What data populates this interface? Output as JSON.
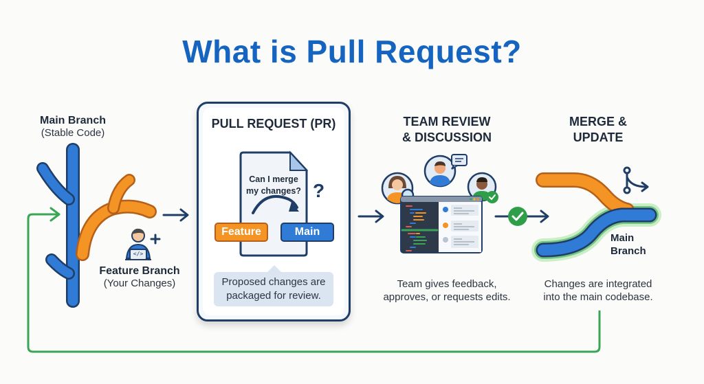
{
  "title": "What is Pull Request?",
  "colors": {
    "title_blue": "#1565c0",
    "main_branch_blue": "#2f7bd6",
    "feature_orange": "#f39425",
    "navy": "#1f3d66",
    "green": "#3aa655"
  },
  "step1": {
    "main_label": "Main Branch",
    "main_sub": "(Stable Code)",
    "feature_label": "Feature Branch",
    "feature_sub": "(Your Changes)",
    "developer_icon": "developer-laptop-icon",
    "code_glyph": "</>",
    "plus_glyph": "+"
  },
  "step2": {
    "heading": "PULL REQUEST (PR)",
    "question": "Can I merge my changes?",
    "question_line1": "Can I merge",
    "question_line2": "my changes?",
    "question_mark": "?",
    "feature_pill": "Feature",
    "main_pill": "Main",
    "callout_line1": "Proposed changes are",
    "callout_line2": "packaged for review."
  },
  "step3": {
    "heading_line1": "TEAM REVIEW",
    "heading_line2": "& DISCUSSION",
    "desc_line1": "Team gives feedback,",
    "desc_line2": "approves, or requests edits."
  },
  "step4": {
    "heading_line1": "MERGE &",
    "heading_line2": "UPDATE",
    "branch_label_line1": "Main",
    "branch_label_line2": "Branch",
    "desc_line1": "Changes are integrated",
    "desc_line2": "into the main codebase."
  }
}
